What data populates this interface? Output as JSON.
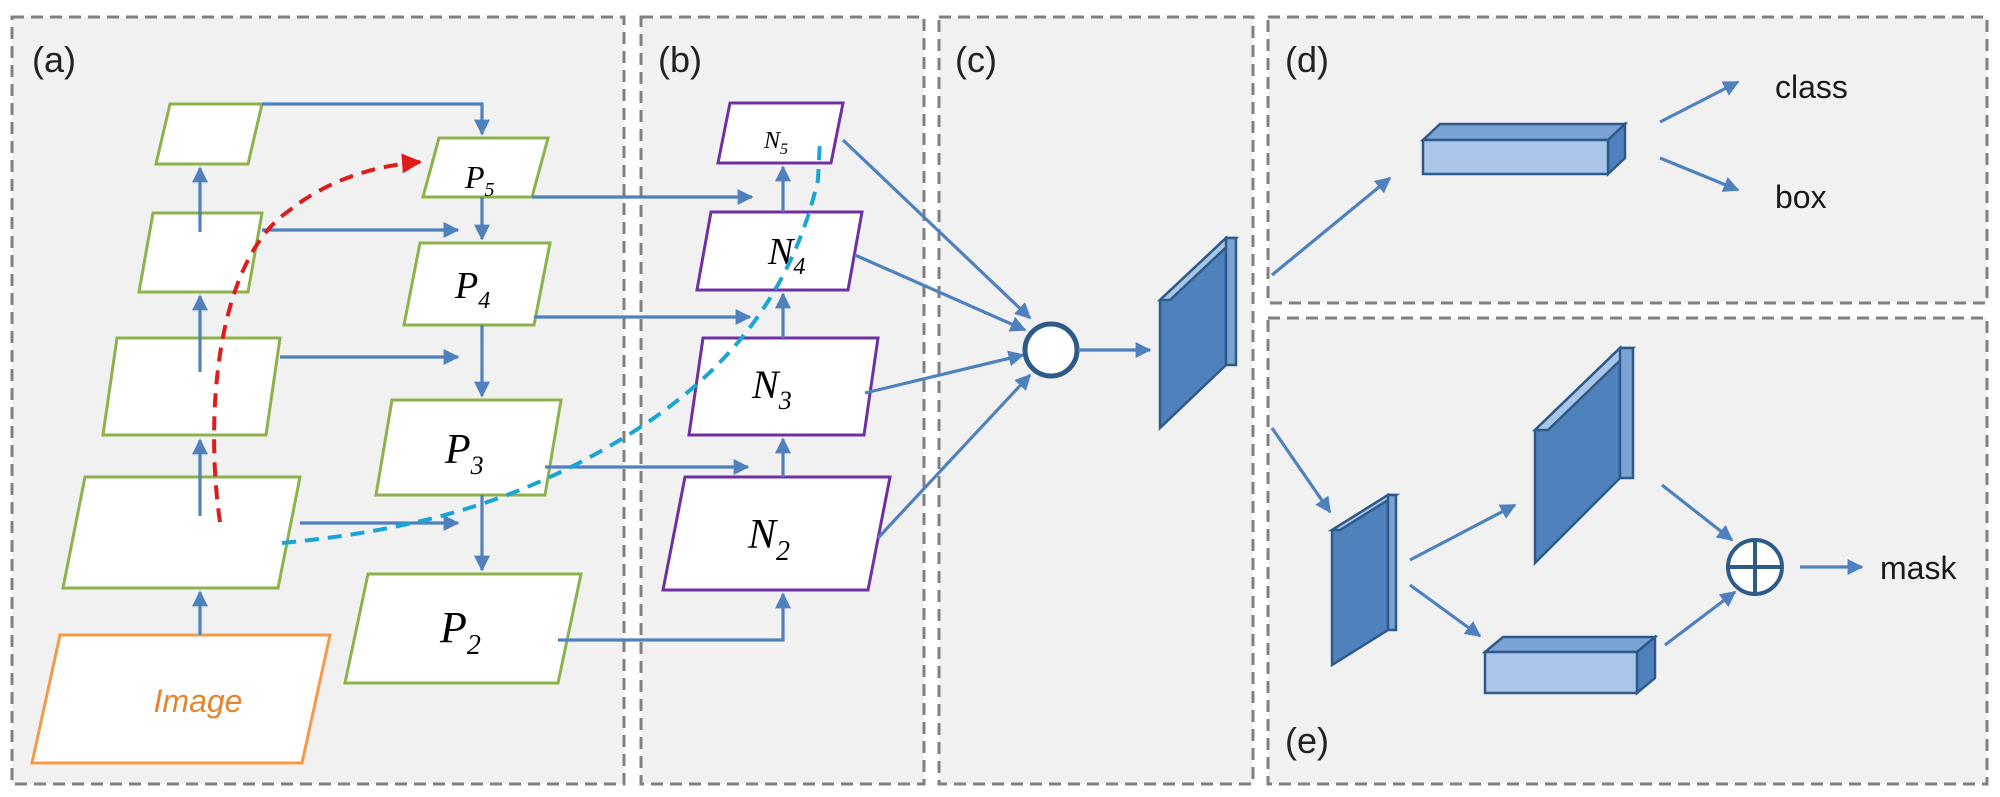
{
  "panels": {
    "a": "(a)",
    "b": "(b)",
    "c": "(c)",
    "d": "(d)",
    "e": "(e)"
  },
  "image_label": "Image",
  "fpn_levels": [
    {
      "base": "P",
      "sub": "5"
    },
    {
      "base": "P",
      "sub": "4"
    },
    {
      "base": "P",
      "sub": "3"
    },
    {
      "base": "P",
      "sub": "2"
    }
  ],
  "bottom_up_levels": [
    {
      "base": "N",
      "sub": "5"
    },
    {
      "base": "N",
      "sub": "4"
    },
    {
      "base": "N",
      "sub": "3"
    },
    {
      "base": "N",
      "sub": "2"
    }
  ],
  "outputs": {
    "class": "class",
    "box": "box",
    "mask": "mask"
  },
  "colors": {
    "arrow": "#4e81bd",
    "backbone_outline": "#8db24b",
    "bottom_up_outline": "#7030a0",
    "image_outline": "#f59a48",
    "red_path": "#e01b1b",
    "cyan_path": "#1aa5d6"
  }
}
